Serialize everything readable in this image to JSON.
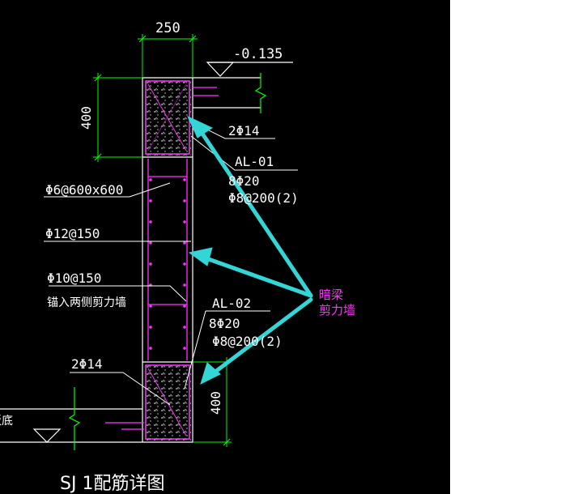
{
  "drawing": {
    "title": "SJ 1配筋详图",
    "left_edge_label": "板底",
    "dim_width": "250",
    "dim_top_height": "400",
    "dim_bottom_height": "400",
    "elevation": "-0.135",
    "top_beam": {
      "rebar_corner": "2Φ14",
      "name": "AL-01",
      "main_bars": "8Φ20",
      "stirrups": "Φ8@200(2)"
    },
    "tie_bars": "Φ6@600x600",
    "vertical_bars": "Φ12@150",
    "horizontal_bars": "Φ10@150",
    "anchor_note": "锚入两侧剪力墙",
    "bottom_beam": {
      "name": "AL-02",
      "main_bars": "8Φ20",
      "stirrups": "Φ8@200(2)",
      "rebar_corner": "2Φ14"
    },
    "callout": {
      "line1": "暗梁",
      "line2": "剪力墙"
    }
  },
  "colors": {
    "background": "#000000",
    "line_white": "#ffffff",
    "green": "#00ff00",
    "magenta": "#ff33ff",
    "cyan_arrow": "#33d6d6",
    "hatch_dot": "#d0d0d0"
  }
}
